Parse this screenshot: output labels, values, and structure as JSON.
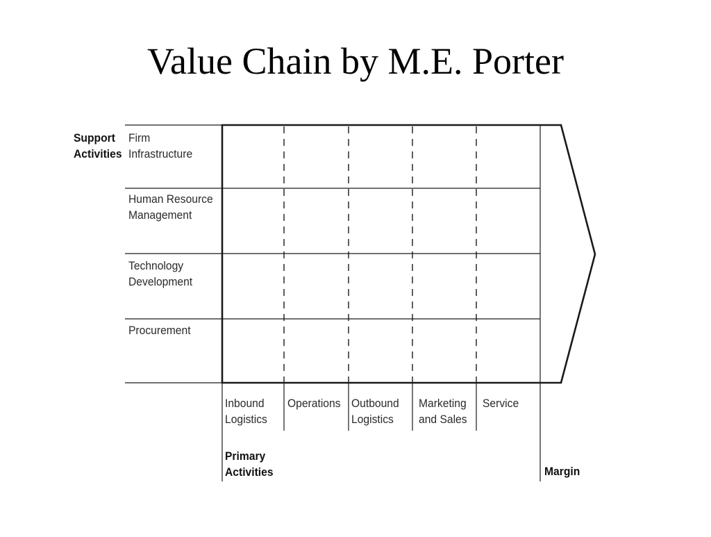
{
  "slide": {
    "title": "Value Chain by M.E. Porter"
  },
  "diagram": {
    "support_header": "Support\nActivities",
    "support_activities": [
      "Firm\nInfrastructure",
      "Human Resource\nManagement",
      "Technology\nDevelopment",
      "Procurement"
    ],
    "primary_activities": [
      "Inbound\nLogistics",
      "Operations",
      "Outbound\nLogistics",
      "Marketing\nand Sales",
      "Service"
    ],
    "primary_header": "Primary\nActivities",
    "margin_label": "Margin"
  },
  "colors": {
    "line": "#1a1a1a",
    "text": "#2a2a2a",
    "title": "#000000"
  }
}
